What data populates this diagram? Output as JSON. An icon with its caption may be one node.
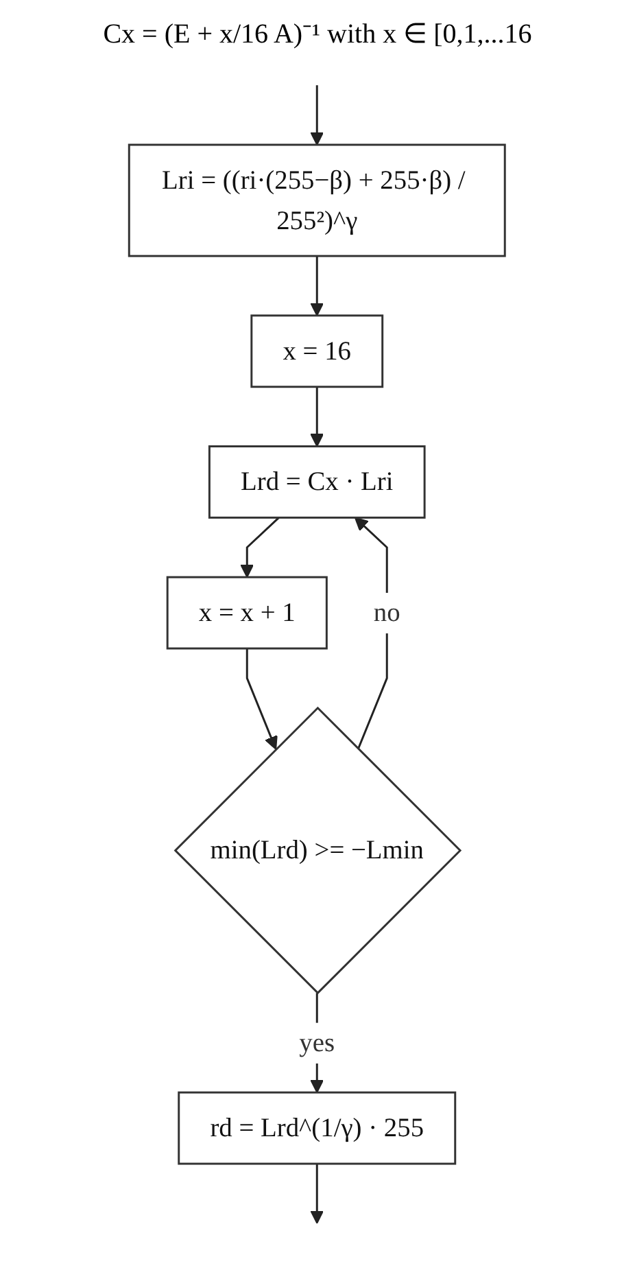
{
  "diagram": {
    "title": "Cx = (E + x/16 A)⁻¹ with x ∈ [0,1,...16",
    "nodes": [
      {
        "text": [
          "Lri = ((ri·(255−β) + 255·β) / 255²)^γ"
        ]
      },
      {
        "text": [
          "x = 16"
        ]
      },
      {
        "text": [
          "Lrd = Cx · Lri"
        ]
      },
      {
        "text": [
          "x = x + 1"
        ]
      },
      {
        "text": [
          "min(Lrd) >= −Lmin"
        ]
      },
      {
        "text": [
          "rd = Lrd^(1/γ) · 255"
        ]
      }
    ],
    "edges": [
      {
        "from": null,
        "to": 0,
        "arrow": "to"
      },
      {
        "from": 0,
        "to": 1,
        "arrow": "to"
      },
      {
        "from": 1,
        "to": 2,
        "arrow": "to"
      },
      {
        "from": 2,
        "to": 3,
        "arrow": "to"
      },
      {
        "from": 3,
        "to": 4,
        "arrow": "to"
      },
      {
        "from": 4,
        "to": 2,
        "label": "no",
        "arrow": "to"
      },
      {
        "from": 4,
        "to": 5,
        "label": "yes",
        "arrow": "to"
      },
      {
        "from": 5,
        "to": null,
        "arrow": "to"
      }
    ]
  }
}
